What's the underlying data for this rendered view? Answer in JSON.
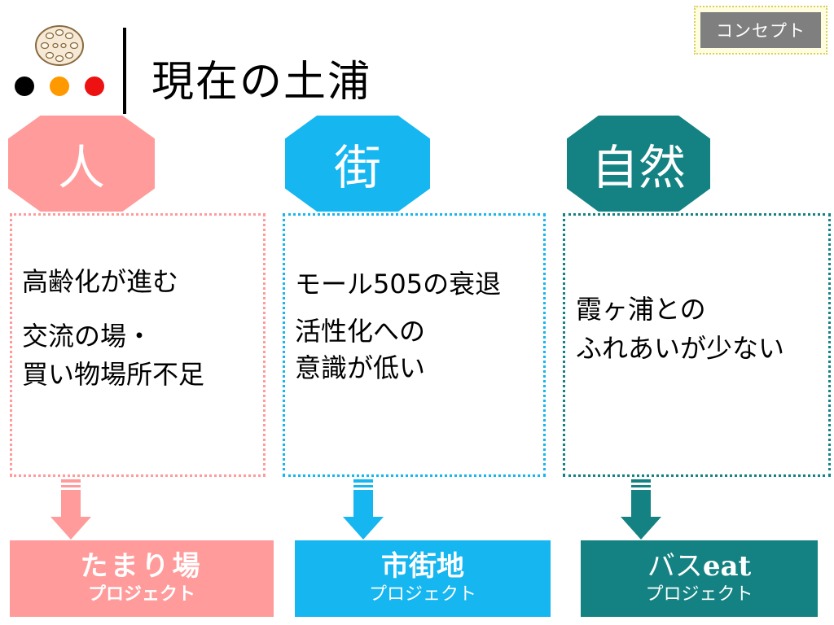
{
  "header": {
    "title": "現在の土浦",
    "tag": "コンセプト"
  },
  "colors": {
    "people": "#ff9b9b",
    "town": "#16b6f0",
    "nature": "#148282",
    "dots": [
      "#000000",
      "#ff9900",
      "#ee1111"
    ]
  },
  "columns": [
    {
      "category": "人",
      "issues": [
        "高齢化が進む",
        "交流の場・",
        "買い物場所不足"
      ],
      "project": {
        "name": "たまり場",
        "sub": "プロジェクト"
      }
    },
    {
      "category": "街",
      "issues": [
        "モール505の衰退",
        "活性化への",
        "意識が低い"
      ],
      "project": {
        "name": "市街地",
        "sub": "プロジェクト"
      }
    },
    {
      "category": "自然",
      "issues": [
        "霞ヶ浦との",
        "ふれあいが少ない"
      ],
      "project": {
        "name_prefix": "バス",
        "name_suffix": "eat",
        "sub": "プロジェクト"
      }
    }
  ]
}
